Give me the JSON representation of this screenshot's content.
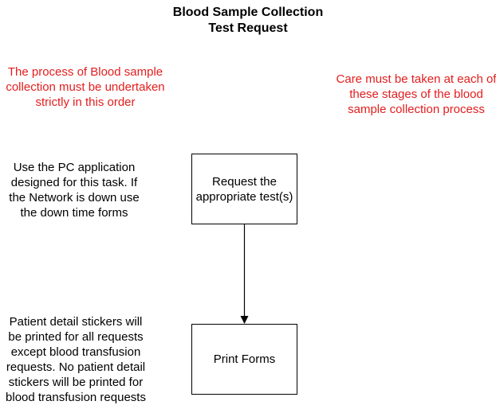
{
  "title": {
    "line1": "Blood Sample Collection",
    "line2": "Test Request"
  },
  "notes": {
    "left_red": "The process of Blood sample collection must be undertaken strictly in this order",
    "right_red": "Care must be taken at each of these stages of the blood sample collection process",
    "step1_instruction": "Use the PC application designed for this task. If the Network is down use the down time forms",
    "step2_instruction": "Patient detail stickers will be printed for all requests except blood transfusion requests. No patient detail stickers will be printed for blood transfusion requests"
  },
  "steps": [
    {
      "label": "Request the appropriate test(s)"
    },
    {
      "label": "Print Forms"
    }
  ],
  "colors": {
    "note_red": "#e31d1d",
    "text": "#000000",
    "border": "#000000"
  }
}
